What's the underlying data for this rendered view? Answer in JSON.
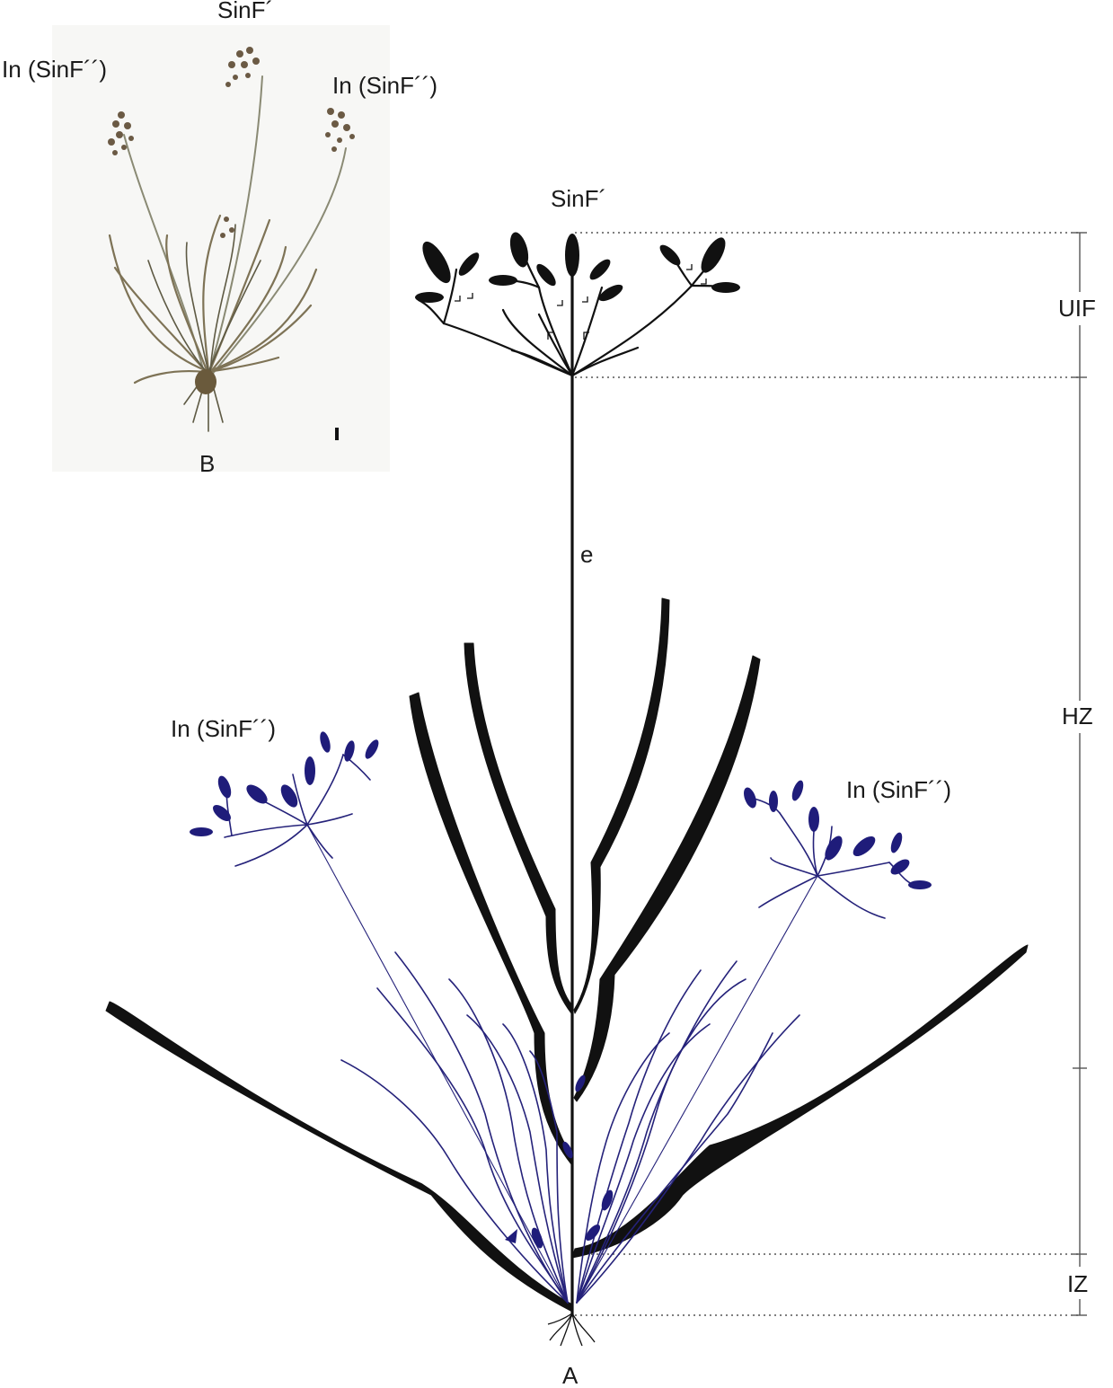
{
  "photo": {
    "label_top": "SinF´",
    "label_left": "In (SinF´´)",
    "label_right": "In (SinF´´)",
    "label_panel": "B"
  },
  "diagram": {
    "label_top": "SinF´",
    "label_internode": "e",
    "label_left_inflorescence": "In (SinF´´)",
    "label_right_inflorescence": "In (SinF´´)",
    "label_panel": "A",
    "zones": {
      "upper": "UIF",
      "middle": "HZ",
      "lower": "IZ"
    }
  },
  "colors": {
    "main_shoot": "#111111",
    "lateral_shoots": "#25227a"
  }
}
